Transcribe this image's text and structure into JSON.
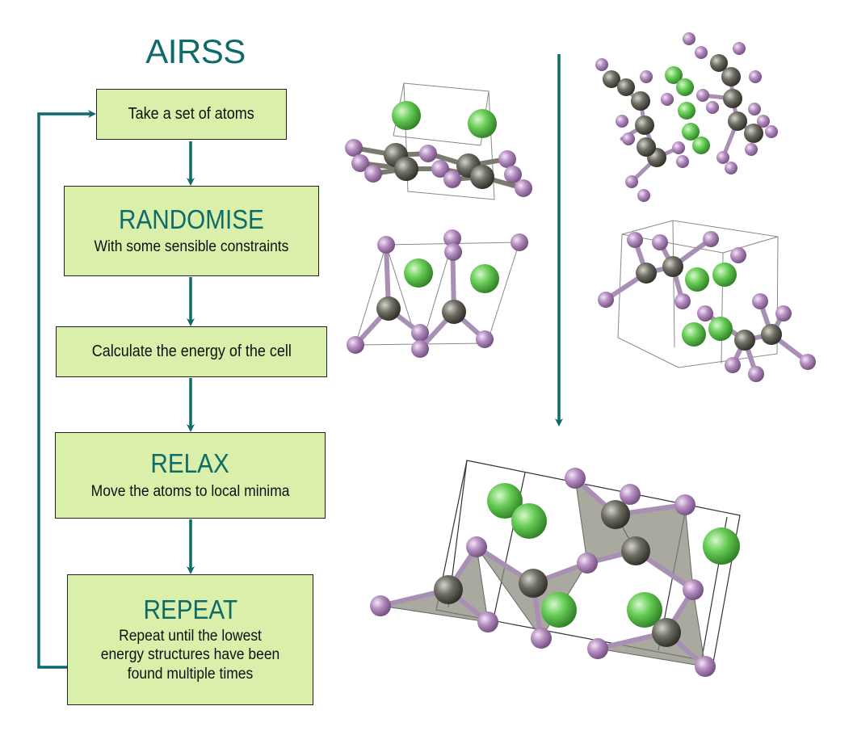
{
  "title": "AIRSS",
  "steps": [
    {
      "text": "Take a set of atoms"
    },
    {
      "heading": "RANDOMISE",
      "text": "With some sensible constraints"
    },
    {
      "text": "Calculate the energy of the cell"
    },
    {
      "heading": "RELAX",
      "text": "Move the atoms to local minima"
    },
    {
      "heading": "REPEAT",
      "text": "Repeat until the lowest energy structures have been found multiple times"
    }
  ],
  "colors": {
    "accent": "#0f6a6a",
    "box_fill": "#d9efaa",
    "atom_green": "#66cc55",
    "atom_grey": "#6e6e64",
    "atom_purple": "#b48cc0"
  }
}
